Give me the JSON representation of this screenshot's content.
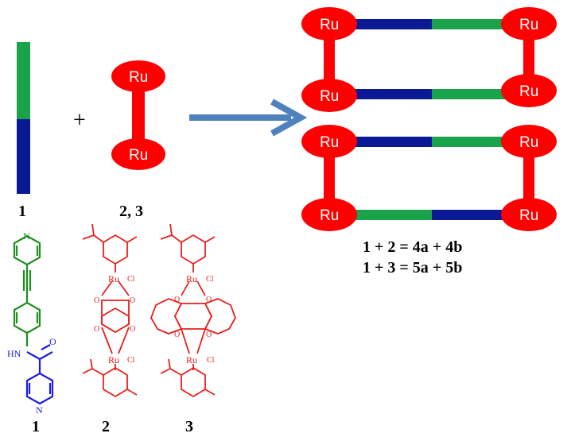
{
  "colors": {
    "ru": "#ff0000",
    "green": "#1aa34a",
    "blue": "#0b1a94",
    "arrow": "#4f81bd",
    "structure_red": "#e8201c",
    "ligand_green": "#1f8f1f",
    "ligand_blue": "#1c1ce0"
  },
  "ru_label": "Ru",
  "plus_sign": "+",
  "labels": {
    "ligand_bar": "1",
    "ru_dumbbell": "2, 3"
  },
  "equations": {
    "line1": "1 + 2 = 4a + 4b",
    "line2": "1 + 3 = 5a + 5b"
  },
  "structures": {
    "ligand": {
      "label": "1",
      "n_top": "N",
      "n_bottom": "N",
      "amide_nh": "HN",
      "carbonyl_o": "O"
    },
    "complex2": {
      "label": "2",
      "ru": "Ru",
      "cl": "Cl",
      "oxygen": "O"
    },
    "complex3": {
      "label": "3",
      "ru": "Ru",
      "cl": "Cl",
      "oxygen": "O"
    }
  }
}
